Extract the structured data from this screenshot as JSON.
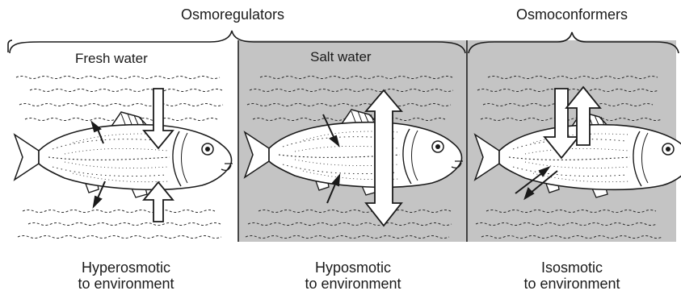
{
  "groups": {
    "osmoregulators": "Osmoregulators",
    "osmoconformers": "Osmoconformers"
  },
  "panels": [
    {
      "label": "Fresh water",
      "caption_line1": "Hyperosmotic",
      "caption_line2": "to environment"
    },
    {
      "label": "Salt water",
      "caption_line1": "Hyposmotic",
      "caption_line2": "to environment"
    },
    {
      "label": "",
      "caption_line1": "Isosmotic",
      "caption_line2": "to environment"
    }
  ],
  "colors": {
    "fresh_bg": "#ffffff",
    "salt_bg": "#c4c4c4",
    "ink": "#1a1a1a"
  }
}
